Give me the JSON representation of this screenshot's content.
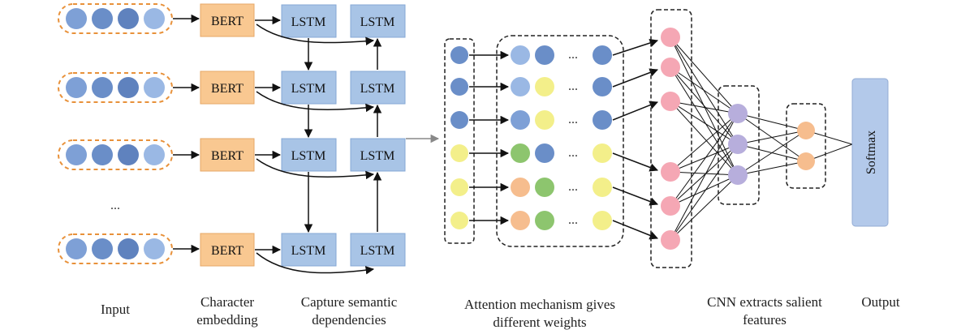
{
  "diagram": {
    "input_ellipsis": "...",
    "bert_label": "BERT",
    "lstm_label": "LSTM",
    "weights_ellipsis": "...",
    "softmax_label": "Softmax",
    "captions": {
      "input": "Input",
      "embedding_line1": "Character",
      "embedding_line2": "embedding",
      "capture_line1": "Capture semantic",
      "capture_line2": "dependencies",
      "attention_line1": "Attention mechanism gives",
      "attention_line2": "different weights",
      "cnn_line1": "CNN extracts salient",
      "cnn_line2": "features",
      "output": "Output"
    },
    "colors": {
      "blue_dark": "#6a8ec8",
      "blue": "#7ea0d6",
      "blue_light": "#9ab8e4",
      "yellow": "#f3ef8a",
      "green": "#8dc56e",
      "orange": "#f6bd8e",
      "pink": "#f5a7b4",
      "purple": "#b7aedc",
      "bert_fill": "#f9c891",
      "lstm_fill": "#a8c4e6",
      "softmax_fill": "#b3c9ea",
      "dash_orange": "#e8913a"
    }
  }
}
